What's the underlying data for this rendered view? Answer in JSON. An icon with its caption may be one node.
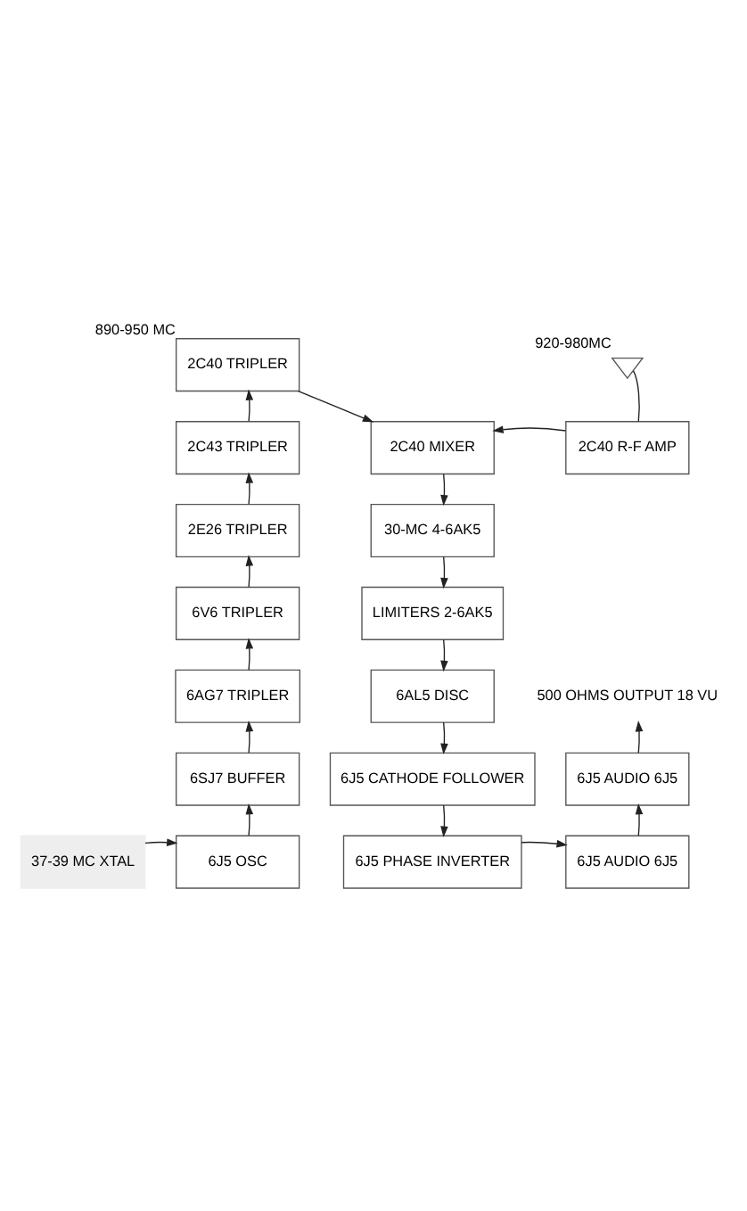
{
  "diagram": {
    "nodes": [
      {
        "text": [
          "2C40 TRIPLER"
        ],
        "beside": [
          "890-950 MC"
        ]
      },
      {
        "text": [],
        "shape": "antenna",
        "beside": [
          "920-980MC"
        ]
      },
      {
        "text": [
          "2C43 TRIPLER"
        ]
      },
      {
        "text": [
          "2C40 MIXER"
        ]
      },
      {
        "text": [
          "2C40 R-F AMP"
        ]
      },
      {
        "text": [
          "2E26 TRIPLER"
        ]
      },
      {
        "text": [
          "30-MC 4-6AK5"
        ]
      },
      {
        "text": [
          "6V6 TRIPLER"
        ]
      },
      {
        "text": [
          "LIMITERS 2-6AK5"
        ]
      },
      {
        "text": [
          "6AG7 TRIPLER"
        ]
      },
      {
        "text": [
          "6AL5 DISC"
        ]
      },
      {
        "text": [
          "500 OHMS OUTPUT 18 VU"
        ]
      },
      {
        "text": [
          "6SJ7 BUFFER"
        ]
      },
      {
        "text": [
          "6J5 CATHODE FOLLOWER"
        ]
      },
      {
        "text": [
          "6J5 AUDIO 6J5"
        ]
      },
      {
        "text": [
          "37-39 MC XTAL"
        ]
      },
      {
        "text": [
          "6J5 OSC"
        ]
      },
      {
        "text": [
          "6J5 PHASE INVERTER"
        ]
      },
      {
        "text": [
          "6J5 AUDIO 6J5"
        ]
      }
    ],
    "edges": [
      {
        "from": 15,
        "to": 16,
        "arrow": "to"
      },
      {
        "from": 16,
        "to": 12,
        "arrow": "to"
      },
      {
        "from": 12,
        "to": 9,
        "arrow": "to"
      },
      {
        "from": 9,
        "to": 7,
        "arrow": "to"
      },
      {
        "from": 7,
        "to": 5,
        "arrow": "to"
      },
      {
        "from": 5,
        "to": 2,
        "arrow": "to"
      },
      {
        "from": 2,
        "to": 0,
        "arrow": "to"
      },
      {
        "from": 0,
        "to": 3,
        "arrow": "to"
      },
      {
        "from": 1,
        "to": 4,
        "arrow": "none"
      },
      {
        "from": 4,
        "to": 3,
        "arrow": "to"
      },
      {
        "from": 3,
        "to": 6,
        "arrow": "to"
      },
      {
        "from": 6,
        "to": 8,
        "arrow": "to"
      },
      {
        "from": 8,
        "to": 10,
        "arrow": "to"
      },
      {
        "from": 10,
        "to": 13,
        "arrow": "to"
      },
      {
        "from": 13,
        "to": 17,
        "arrow": "to"
      },
      {
        "from": 17,
        "to": 18,
        "arrow": "to"
      },
      {
        "from": 18,
        "to": 14,
        "arrow": "to"
      },
      {
        "from": 14,
        "to": 11,
        "arrow": "to"
      }
    ]
  }
}
